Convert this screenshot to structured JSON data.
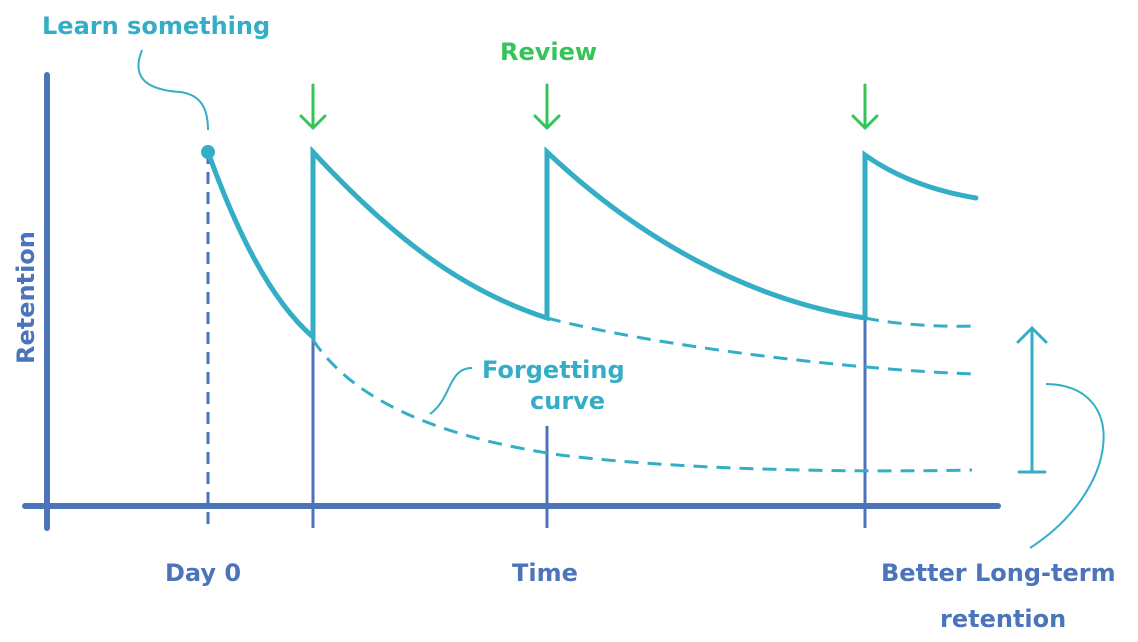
{
  "labels": {
    "learn": "Learn something",
    "review": "Review",
    "forgetting_line1": "Forgetting",
    "forgetting_line2": "curve",
    "ylabel": "Retention",
    "day0": "Day 0",
    "time": "Time",
    "better_line1": "Better Long-term",
    "better_line2": "retention"
  },
  "colors": {
    "curve": "#34aec6",
    "axis": "#4c74bb",
    "review_arrow": "#34c45a"
  },
  "icons": {
    "review_marker": "down-arrow-icon",
    "improvement_marker": "up-arrow-icon"
  }
}
